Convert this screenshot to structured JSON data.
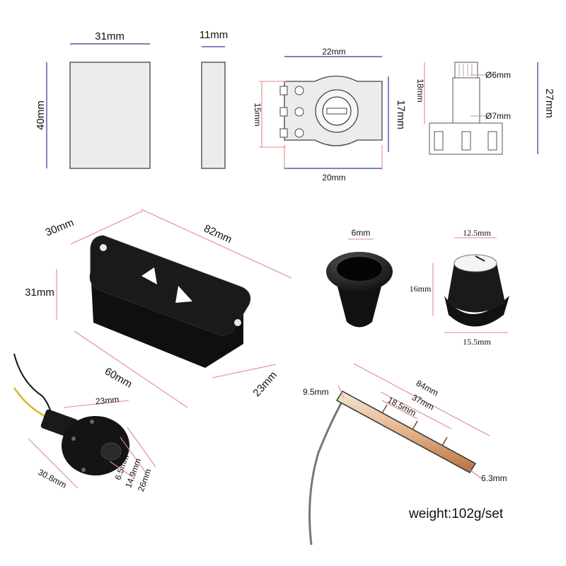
{
  "dimensions": {
    "battery_width": "31mm",
    "battery_depth": "11mm",
    "battery_height": "40mm",
    "pot_top_width": "22mm",
    "pot_bottom_width": "20mm",
    "pot_left_height": "15mm",
    "pot_right_height": "17mm",
    "pot_side_18": "18mm",
    "pot_side_6": "Ø6mm",
    "pot_side_7": "Ø7mm",
    "pot_side_27": "27mm",
    "box_30": "30mm",
    "box_82": "82mm",
    "box_31": "31mm",
    "box_60": "60mm",
    "box_23": "23mm",
    "knob_6": "6mm",
    "knob_12_5": "12.5mm",
    "knob_16": "16mm",
    "knob_15_5": "15.5mm",
    "jack_23": "23mm",
    "jack_30_8": "30.8mm",
    "jack_6_5": "6.5mm",
    "jack_14_9": "14.9mm",
    "jack_26": "26mm",
    "piezo_9_5": "9.5mm",
    "piezo_84": "84mm",
    "piezo_37": "37mm",
    "piezo_18_5": "18.5mm",
    "piezo_6_3": "6.3mm"
  },
  "weight": "weight:102g/set",
  "colors": {
    "dimension_blue": "#2a3a9a",
    "dimension_red": "#e08a8a"
  }
}
